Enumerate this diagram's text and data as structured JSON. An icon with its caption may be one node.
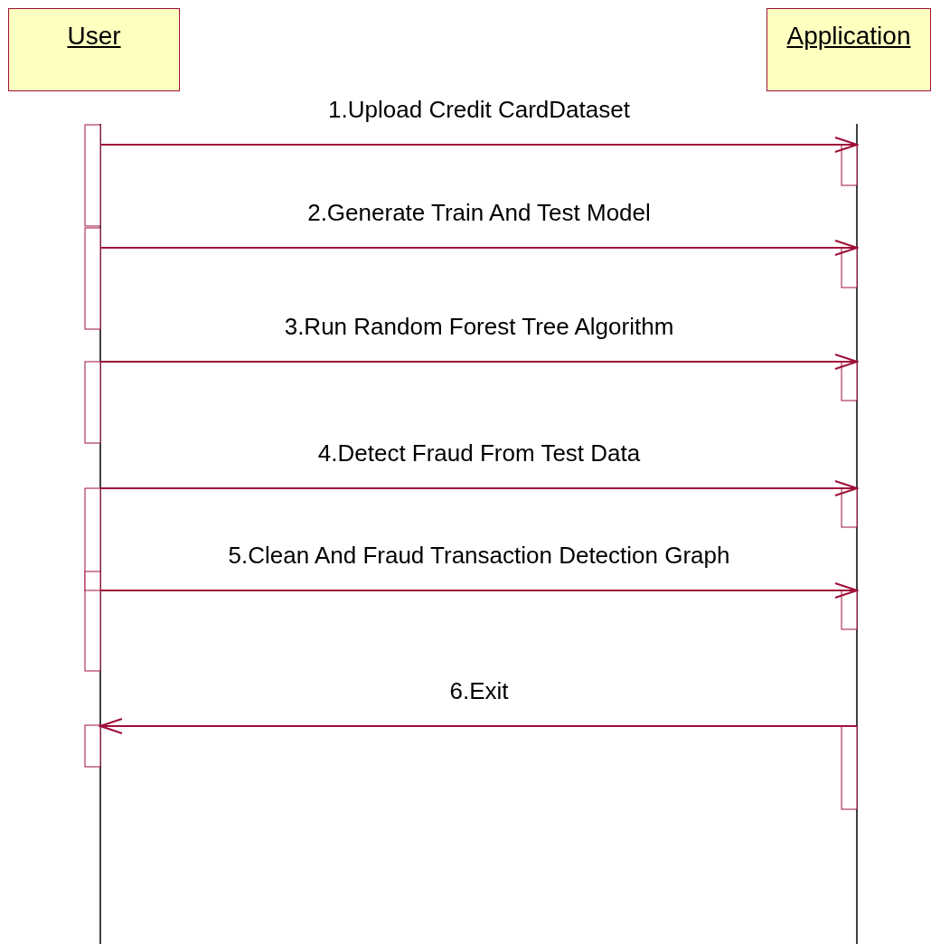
{
  "diagram": {
    "nodes": [
      {
        "text": [
          "User"
        ]
      },
      {
        "text": [
          "Application"
        ]
      }
    ],
    "edges": [
      {
        "from": 0,
        "to": 1,
        "arrow": "to",
        "label": "1.Upload Credit CardDataset"
      },
      {
        "from": 0,
        "to": 1,
        "arrow": "to",
        "label": "2.Generate Train And Test Model"
      },
      {
        "from": 0,
        "to": 1,
        "arrow": "to",
        "label": "3.Run Random Forest Tree Algorithm"
      },
      {
        "from": 0,
        "to": 1,
        "arrow": "to",
        "label": "4.Detect Fraud From Test Data"
      },
      {
        "from": 0,
        "to": 1,
        "arrow": "to",
        "label": "5.Clean And Fraud Transaction Detection Graph"
      },
      {
        "from": 1,
        "to": 0,
        "arrow": "to",
        "label": "6.Exit"
      }
    ]
  }
}
